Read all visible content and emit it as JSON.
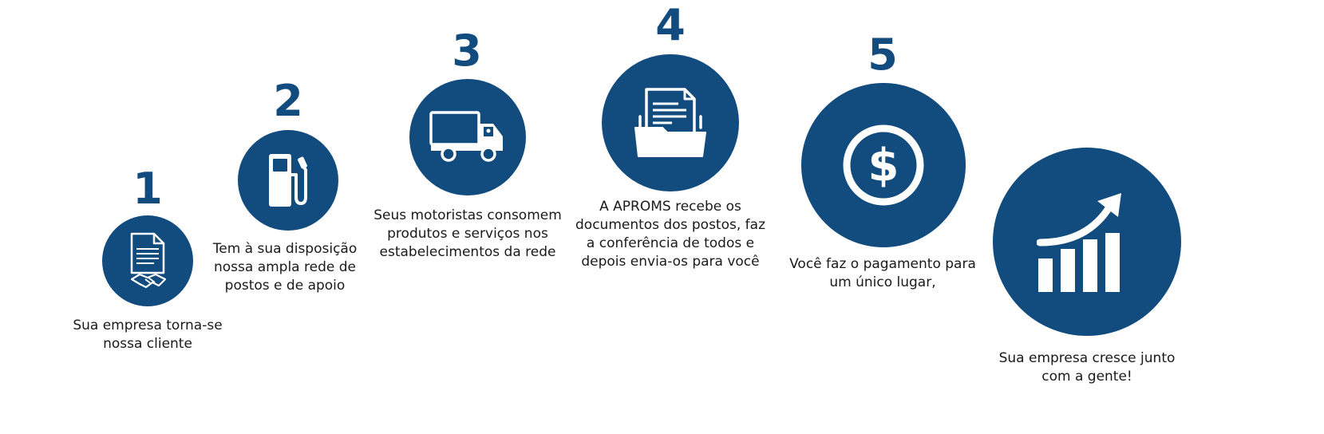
{
  "colors": {
    "primary": "#124b7e",
    "text": "#1a1a1a",
    "icon": "#ffffff"
  },
  "steps": [
    {
      "number": "1",
      "icon": "document-handshake-icon",
      "text": "Sua empresa torna-se\nnossa cliente"
    },
    {
      "number": "2",
      "icon": "fuel-pump-icon",
      "text": "Tem à sua disposição\nnossa ampla rede de\npostos e de apoio"
    },
    {
      "number": "3",
      "icon": "truck-icon",
      "text": "Seus motoristas consomem\nprodutos e serviços nos\nestabelecimentos da rede"
    },
    {
      "number": "4",
      "icon": "document-folder-icon",
      "text": "A APROMS recebe os\ndocumentos dos postos, faz\na conferência de todos e\ndepois envia-os para você"
    },
    {
      "number": "5",
      "icon": "dollar-coin-icon",
      "text": "Você faz o pagamento para\num único lugar,"
    },
    {
      "number": "",
      "icon": "growth-chart-icon",
      "text": "Sua empresa cresce junto\ncom a gente!"
    }
  ]
}
